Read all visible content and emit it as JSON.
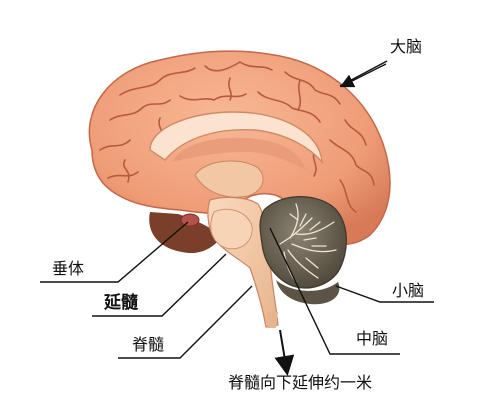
{
  "labels": {
    "cerebrum": "大脑",
    "pituitary": "垂体",
    "medulla": "延髓",
    "spinal_cord": "脊髓",
    "cerebellum": "小脑",
    "midbrain": "中脑",
    "spinal_note": "脊髓向下延伸约一米"
  },
  "colors": {
    "cortex": "#f0a27c",
    "cortex_dark": "#c4674a",
    "white_matter": "#fbe3cf",
    "brainstem": "#f3c9a6",
    "cerebellum": "#6f6657",
    "cerebellum_light": "#e8e0cc",
    "underside": "#7a3f2a",
    "leader": "#111111"
  }
}
